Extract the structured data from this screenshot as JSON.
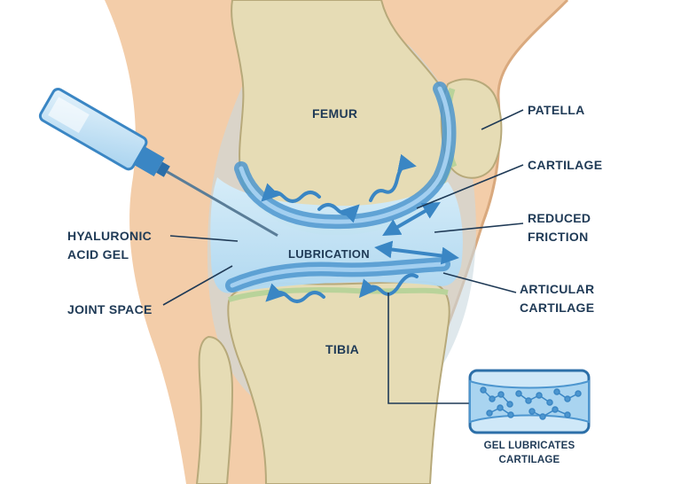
{
  "labels": {
    "femur": "FEMUR",
    "tibia": "TIBIA",
    "patella": "PATELLA",
    "cartilage": "CARTILAGE",
    "reduced_friction_line1": "REDUCED",
    "reduced_friction_line2": "FRICTION",
    "articular_line1": "ARTICULAR",
    "articular_line2": "CARTILAGE",
    "hyaluronic_line1": "HYALURONIC",
    "hyaluronic_line2": "ACID GEL",
    "joint_space": "JOINT SPACE",
    "lubrication": "LUBRICATION",
    "inset_line1": "GEL LUBRICATES",
    "inset_line2": "CARTILAGE"
  },
  "colors": {
    "skin": "#f3cda9",
    "bone": "#e6dcb5",
    "bone_outline": "#b7a97a",
    "cartilage_green": "#b9d39a",
    "gel_blue": "#b8dcf3",
    "deep_blue": "#4d96cf",
    "arrow_blue": "#3a86c4",
    "text": "#1f3a56"
  }
}
